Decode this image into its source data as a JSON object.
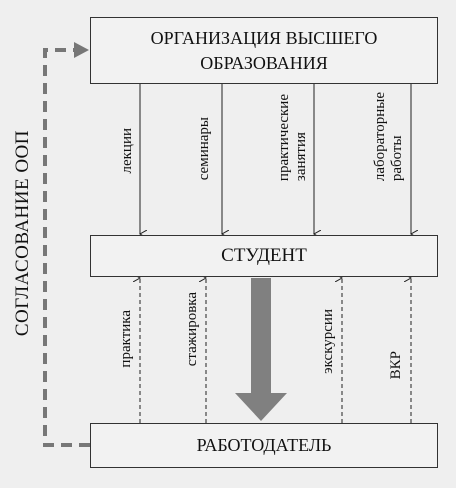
{
  "org": {
    "line1": "ОРГАНИЗАЦИЯ ВЫСШЕГО",
    "line2": "ОБРАЗОВАНИЯ"
  },
  "student": "СТУДЕНТ",
  "employer": "РАБОТОДАТЕЛЬ",
  "side_label": "СОГЛАСОВАНИЕ ООП",
  "top_arrows": {
    "lectures": "лекции",
    "seminars": "семинары",
    "practical": {
      "line1": "практические",
      "line2": "занятия"
    },
    "labs": {
      "line1": "лабораторные",
      "line2": "работы"
    }
  },
  "bottom_arrows": {
    "practice": "практика",
    "internship": "стажировка",
    "excursions": "экскурсии",
    "vkr": "ВКР"
  },
  "colors": {
    "background": "#efefef",
    "box_fill": "#f2f2f2",
    "border": "#333333",
    "big_arrow": "#808080",
    "dashed_loop": "#777777"
  }
}
